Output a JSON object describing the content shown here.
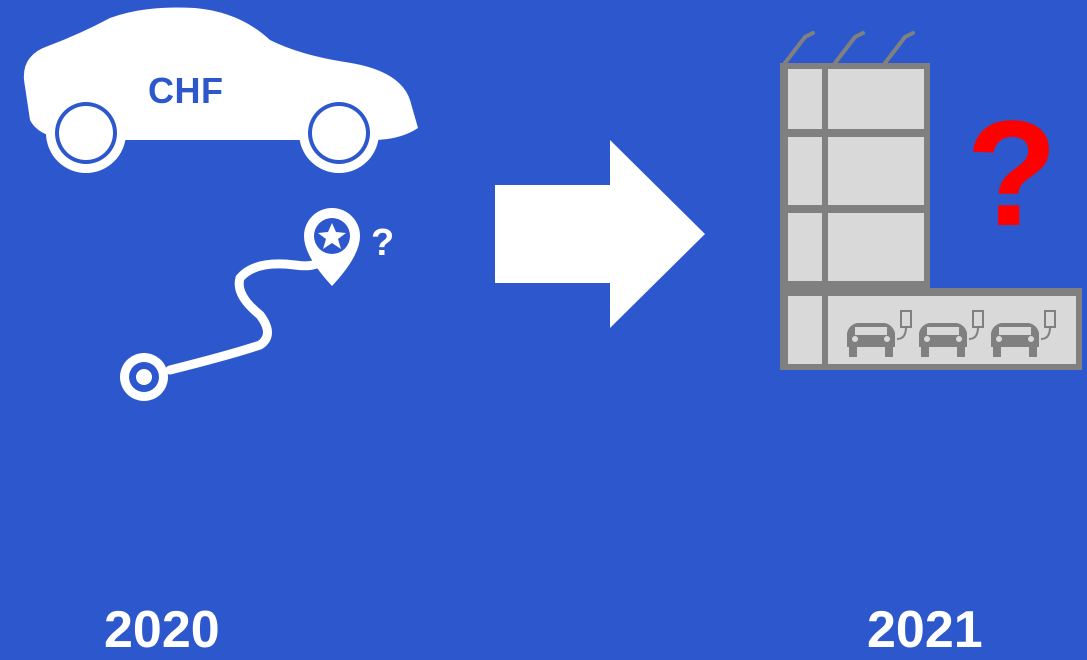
{
  "car": {
    "label": "CHF"
  },
  "route": {
    "question_mark": "?"
  },
  "building": {
    "question_mark": "?"
  },
  "years": {
    "left": "2020",
    "right": "2021"
  },
  "colors": {
    "background": "#2d57cc",
    "foreground": "#ffffff",
    "building_fill": "#d9d9d9",
    "building_frame": "#808080",
    "question_red": "#ff0000"
  },
  "icons": [
    "car-icon",
    "route-icon",
    "destination-pin-icon",
    "star-icon",
    "start-point-icon",
    "arrow-right-icon",
    "office-building-icon",
    "antenna-icon",
    "parked-car-icon",
    "ev-charger-icon"
  ]
}
